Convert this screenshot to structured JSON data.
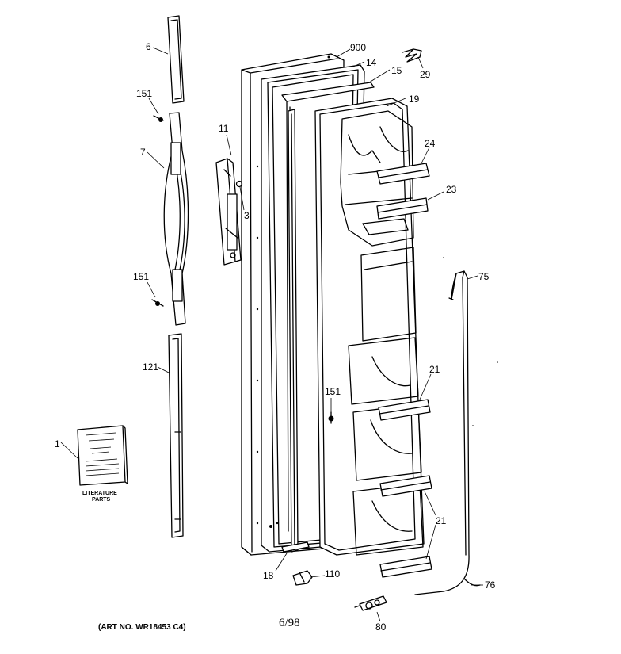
{
  "callouts": {
    "c6": "6",
    "c151a": "151",
    "c7": "7",
    "c151b": "151",
    "c121": "121",
    "c1": "1",
    "c11": "11",
    "c3": "3",
    "c900": "900",
    "c14": "14",
    "c15": "15",
    "c29": "29",
    "c19": "19",
    "c24": "24",
    "c23": "23",
    "c75": "75",
    "c21a": "21",
    "c151c": "151",
    "c21b": "21",
    "c18": "18",
    "c110": "110",
    "c76": "76",
    "c80": "80"
  },
  "literature": {
    "line1": "LITERATURE",
    "line2": "PARTS"
  },
  "footer": {
    "art_no": "(ART NO. WR18453 C4)",
    "date": "6/98"
  }
}
